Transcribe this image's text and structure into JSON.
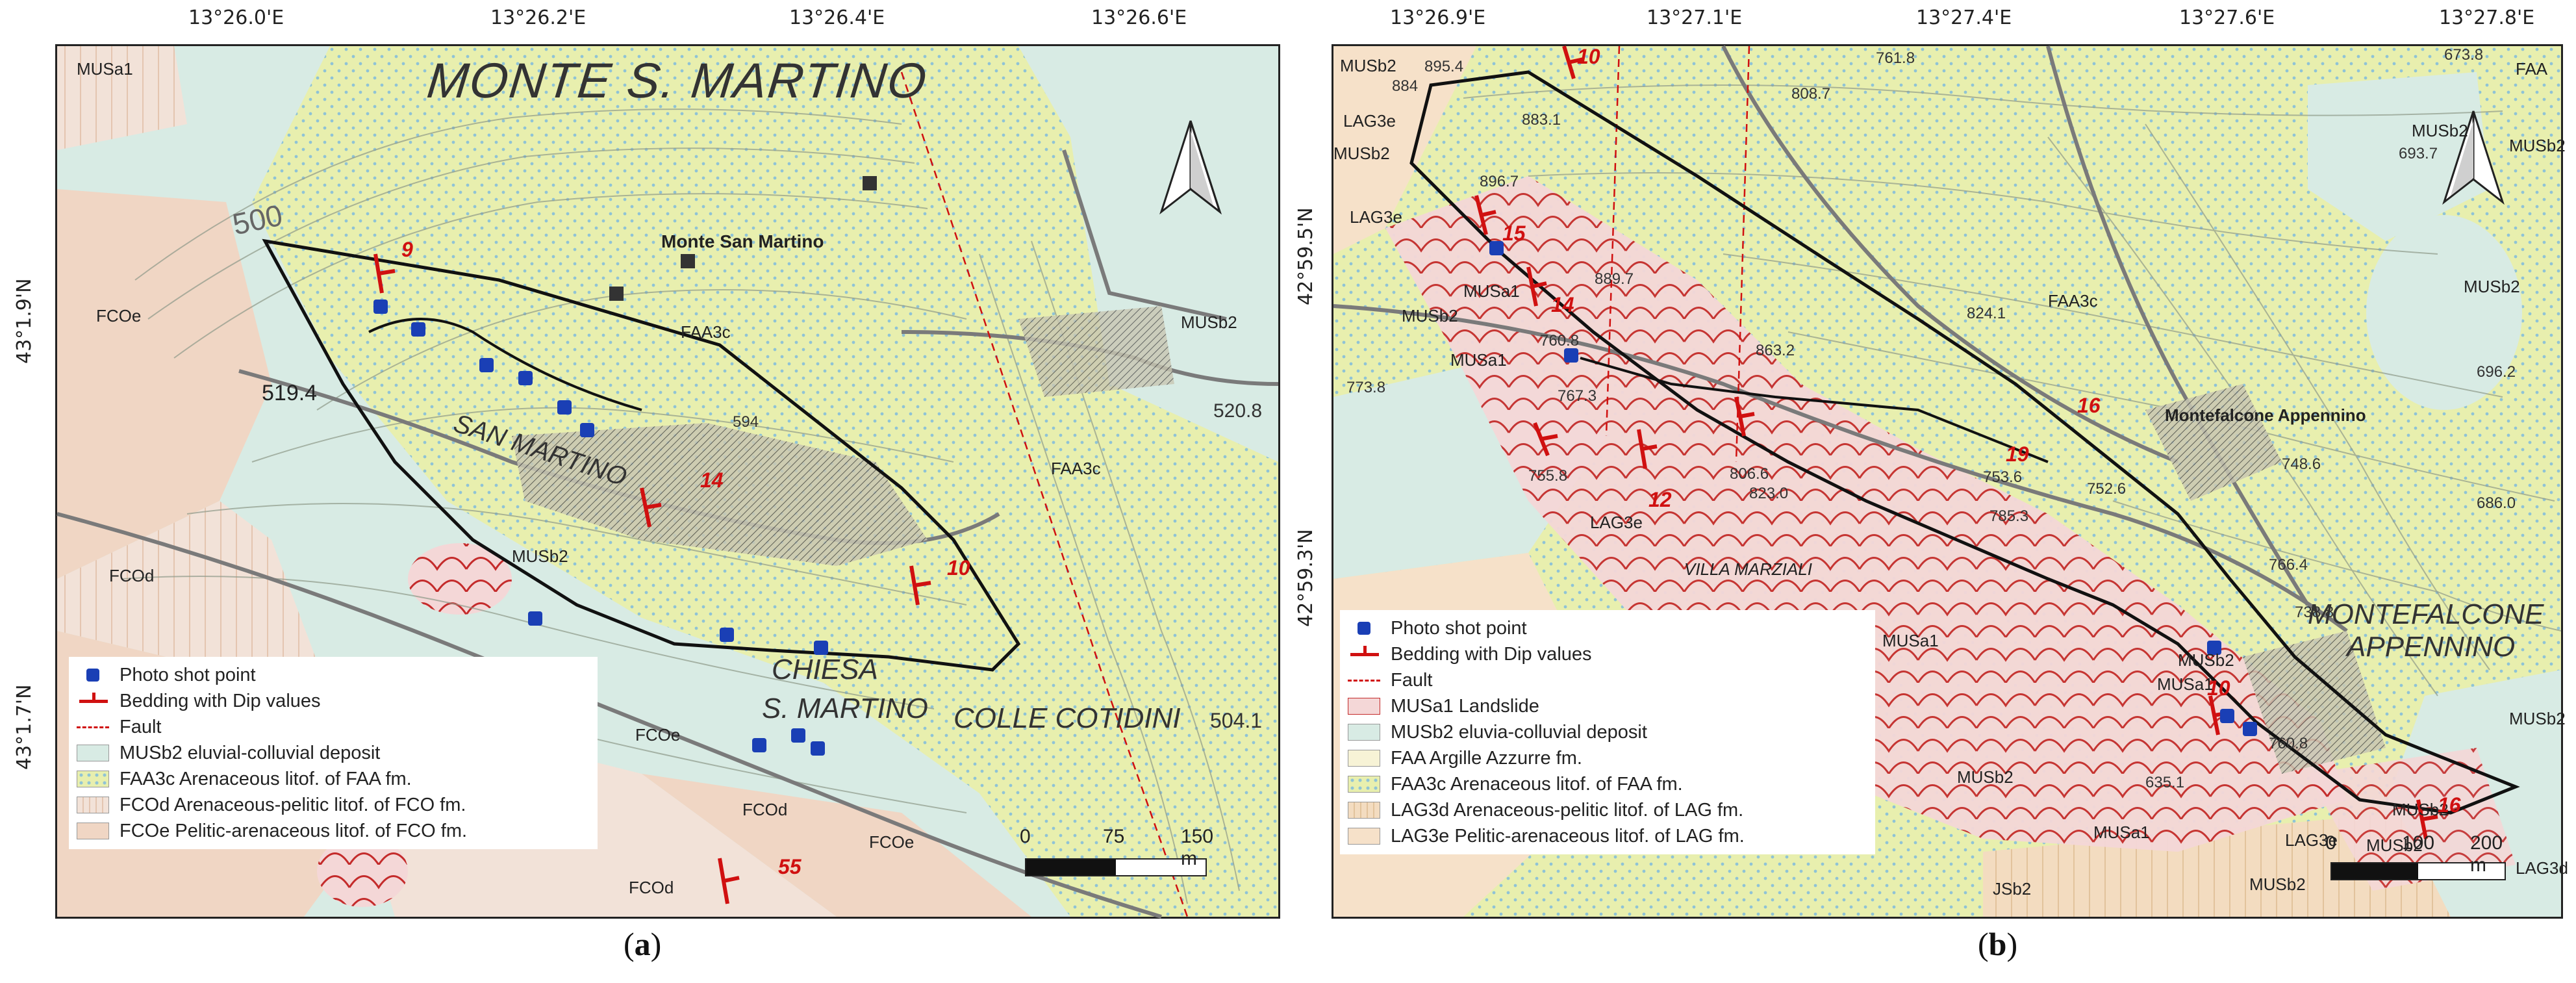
{
  "figure": {
    "panels": [
      {
        "id": "a",
        "caption_open": "(",
        "caption_letter": "a",
        "caption_close": ")",
        "top_ticks": [
          "13°26.0'E",
          "13°26.2'E",
          "13°26.4'E",
          "13°26.6'E"
        ],
        "left_ticks": [
          "43°1.9'N",
          "43°1.7'N"
        ],
        "place_names": {
          "title": "MONTE S. MARTINO",
          "village": "Monte San Martino",
          "san_martino": "SAN MARTINO",
          "chiesa": "CHIESA",
          "s_martino": "S. MARTINO",
          "colle": "COLLE COTIDINI"
        },
        "unit_labels": {
          "musa1": "MUSa1",
          "fcoe1": "FCOe",
          "faa3c1": "FAA3c",
          "faa3c2": "FAA3c",
          "musb2_1": "MUSb2",
          "musb2_2": "MUSb2",
          "fcod1": "FCOd",
          "fcoe2": "FCOe",
          "fcod2": "FCOd",
          "fcoe3": "FCOe",
          "fcod3": "FCOd"
        },
        "elevations": {
          "e1": "500",
          "e2": "519.4",
          "e3": "520.8",
          "e4": "504.1",
          "e5": "594"
        },
        "dips": {
          "d1": "9",
          "d2": "14",
          "d3": "10",
          "d4": "55"
        },
        "scale": {
          "zero": "0",
          "mid": "75",
          "end": "150 m"
        },
        "legend": [
          {
            "label": "Photo shot point",
            "kind": "photo"
          },
          {
            "label": "Bedding with Dip values",
            "kind": "dip"
          },
          {
            "label": "Fault",
            "kind": "fault"
          },
          {
            "label": "MUSb2 eluvial-colluvial deposit",
            "kind": "musb2"
          },
          {
            "label": "FAA3c Arenaceous litof. of FAA fm.",
            "kind": "faa3c"
          },
          {
            "label": "FCOd Arenaceous-pelitic litof. of FCO fm.",
            "kind": "fcod"
          },
          {
            "label": "FCOe Pelitic-arenaceous litof. of FCO fm.",
            "kind": "fcoe"
          }
        ]
      },
      {
        "id": "b",
        "caption_open": "(",
        "caption_letter": "b",
        "caption_close": ")",
        "top_ticks": [
          "13°26.9'E",
          "13°27.1'E",
          "13°27.4'E",
          "13°27.6'E",
          "13°27.8'E"
        ],
        "left_ticks": [
          "42°59.5'N",
          "42°59.3'N"
        ],
        "place_names": {
          "title1": "MONTEFALCONE",
          "title2": "APPENNINO",
          "village": "Montefalcone Appennino",
          "villa": "VILLA MARZIALI"
        },
        "unit_labels": {
          "musb2_1": "MUSb2",
          "lag3e_1": "LAG3e",
          "musb2_2": "MUSb2",
          "lag3e_2": "LAG3e",
          "musb2_3": "MUSb2",
          "musa1_1": "MUSa1",
          "musa1_2": "MUSa1",
          "faa3c": "FAA3c",
          "lag3e_3": "LAG3e",
          "musa1_3": "MUSa1",
          "musb2_4": "MUSb2",
          "musa1_4": "MUSa1",
          "musa1_5": "MUSa1",
          "musb2_5": "MUSb2",
          "musb2_6": "MUSb2",
          "musb2_7": "MUSb2",
          "faa": "FAA",
          "musb2_8": "MUSb2",
          "musb2_9": "MUSb2",
          "musb2_10": "MUSb2",
          "lag3e_4": "LAG3e",
          "musb2_11": "MUSb2",
          "musb2_12": "MUSb2",
          "lag3d": "LAG3d",
          "jsb2": "JSb2"
        },
        "elevations": {
          "e1": "895.4",
          "e2": "884",
          "e3": "883.1",
          "e4": "896.7",
          "e5": "889.7",
          "e6": "863.2",
          "e7": "761.8",
          "e8": "808.7",
          "e9": "824.1",
          "e10": "693.7",
          "e11": "696.2",
          "e12": "686.0",
          "e13": "767.3",
          "e14": "760.8",
          "e15": "773.8",
          "e16": "755.8",
          "e17": "806.6",
          "e18": "823.0",
          "e19": "753.6",
          "e20": "752.6",
          "e21": "785.3",
          "e22": "766.4",
          "e23": "738.8",
          "e24": "760.8",
          "e25": "635.1",
          "e26": "748.6",
          "e27": "673.8"
        },
        "dips": {
          "d1": "10",
          "d2": "15",
          "d3": "14",
          "d4": "12",
          "d5": "19",
          "d6": "16",
          "d7": "10",
          "d8": "16"
        },
        "scale": {
          "zero": "0",
          "mid": "100",
          "end": "200 m"
        },
        "legend": [
          {
            "label": "Photo shot point",
            "kind": "photo"
          },
          {
            "label": "Bedding with Dip values",
            "kind": "dip"
          },
          {
            "label": "Fault",
            "kind": "fault"
          },
          {
            "label": "MUSa1 Landslide",
            "kind": "musa1"
          },
          {
            "label": "MUSb2 eluvia-colluvial deposit",
            "kind": "musb2"
          },
          {
            "label": "FAA Argille Azzurre fm.",
            "kind": "faa"
          },
          {
            "label": "FAA3c Arenaceous litof. of FAA fm.",
            "kind": "faa3c"
          },
          {
            "label": "LAG3d Arenaceous-pelitic litof. of LAG fm.",
            "kind": "lag3d"
          },
          {
            "label": "LAG3e Pelitic-arenaceous litof. of LAG fm.",
            "kind": "lag3e"
          }
        ]
      }
    ],
    "colors": {
      "faa3c": "#e8efae",
      "musb2": "#d8ebe4",
      "fcod": "#f2e2d8",
      "fcoe": "#f0d6c4",
      "musa1": "#f4d7d7",
      "faa": "#f7f3d6",
      "lag3d": "#f3dcc0",
      "lag3e": "#f6e1c9",
      "landslide_line": "#c42b2b",
      "dip_red": "#d01010",
      "photo_blue": "#1a3fb5",
      "boundary": "#111111"
    }
  }
}
